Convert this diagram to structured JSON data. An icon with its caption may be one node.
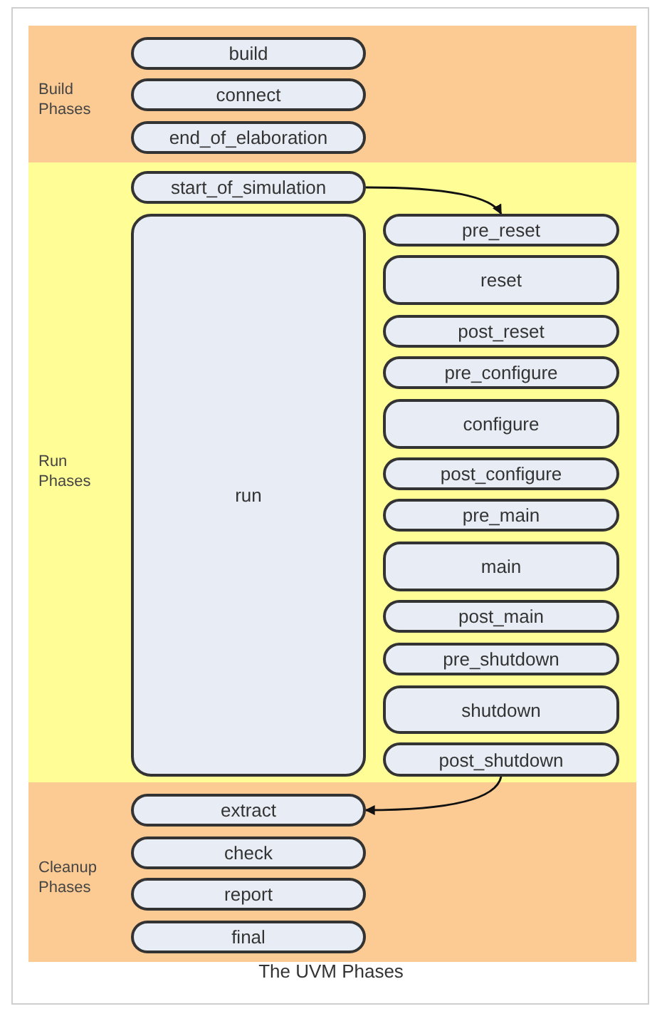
{
  "diagram": {
    "caption": "The UVM Phases",
    "nodes": [
      {
        "text": [
          "Build Phases"
        ]
      },
      {
        "text": [
          "build"
        ],
        "in": 0
      },
      {
        "text": [
          "connect"
        ],
        "in": 0
      },
      {
        "text": [
          "end_of_elaboration"
        ],
        "in": 0
      },
      {
        "text": [
          "Run Phases"
        ]
      },
      {
        "text": [
          "start_of_simulation"
        ],
        "in": 4
      },
      {
        "text": [
          "run"
        ],
        "in": 4
      },
      {
        "text": [
          "pre_reset"
        ],
        "in": 4
      },
      {
        "text": [
          "reset"
        ],
        "in": 4
      },
      {
        "text": [
          "post_reset"
        ],
        "in": 4
      },
      {
        "text": [
          "pre_configure"
        ],
        "in": 4
      },
      {
        "text": [
          "configure"
        ],
        "in": 4
      },
      {
        "text": [
          "post_configure"
        ],
        "in": 4
      },
      {
        "text": [
          "pre_main"
        ],
        "in": 4
      },
      {
        "text": [
          "main"
        ],
        "in": 4
      },
      {
        "text": [
          "post_main"
        ],
        "in": 4
      },
      {
        "text": [
          "pre_shutdown"
        ],
        "in": 4
      },
      {
        "text": [
          "shutdown"
        ],
        "in": 4
      },
      {
        "text": [
          "post_shutdown"
        ],
        "in": 4
      },
      {
        "text": [
          "Cleanup Phases"
        ]
      },
      {
        "text": [
          "extract"
        ],
        "in": 19
      },
      {
        "text": [
          "check"
        ],
        "in": 19
      },
      {
        "text": [
          "report"
        ],
        "in": 19
      },
      {
        "text": [
          "final"
        ],
        "in": 19
      }
    ],
    "edges": [
      {
        "from": 5,
        "to": 7,
        "arrow": "to"
      },
      {
        "from": 18,
        "to": 20,
        "arrow": "to"
      }
    ]
  }
}
